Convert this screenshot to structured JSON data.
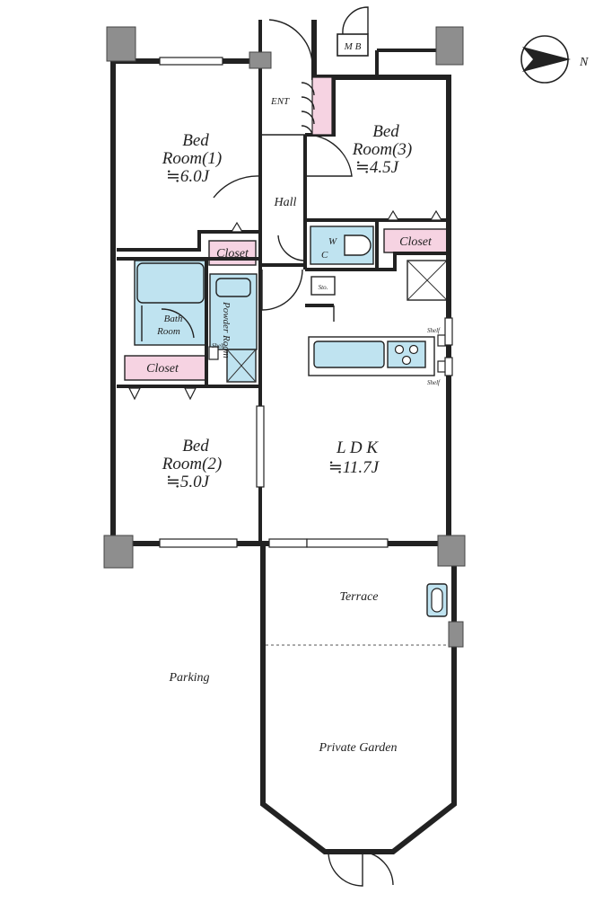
{
  "compass": {
    "label": "N",
    "icon": "north-arrow-icon"
  },
  "colors": {
    "closet": "#f6d3e2",
    "wet_area": "#bfe3f0",
    "column": "#8e8e8e",
    "wall": "#222222"
  },
  "rooms": {
    "bed1": {
      "line1": "Bed",
      "line2": "Room(1)",
      "line3": "≒6.0J"
    },
    "bed3": {
      "line1": "Bed",
      "line2": "Room(3)",
      "line3": "≒4.5J"
    },
    "bed2": {
      "line1": "Bed",
      "line2": "Room(2)",
      "line3": "≒5.0J"
    },
    "ldk": {
      "line1": "L D K",
      "line2": "≒11.7J"
    }
  },
  "labels": {
    "mb": "M B",
    "ent": "ENT",
    "hall": "Hall",
    "wc_w": "W",
    "wc_c": "C",
    "closet_bed1": "Closet",
    "closet_bed3": "Closet",
    "closet_bed2": "Closet",
    "sto": "Sto.",
    "bath": "Bath",
    "bath2": "Room",
    "powder": "Powder Room",
    "shelf_bath": "Shelf",
    "shelf_top": "Shelf",
    "shelf_bottom": "Shelf",
    "terrace": "Terrace",
    "parking": "Parking",
    "garden": "Private Garden"
  }
}
